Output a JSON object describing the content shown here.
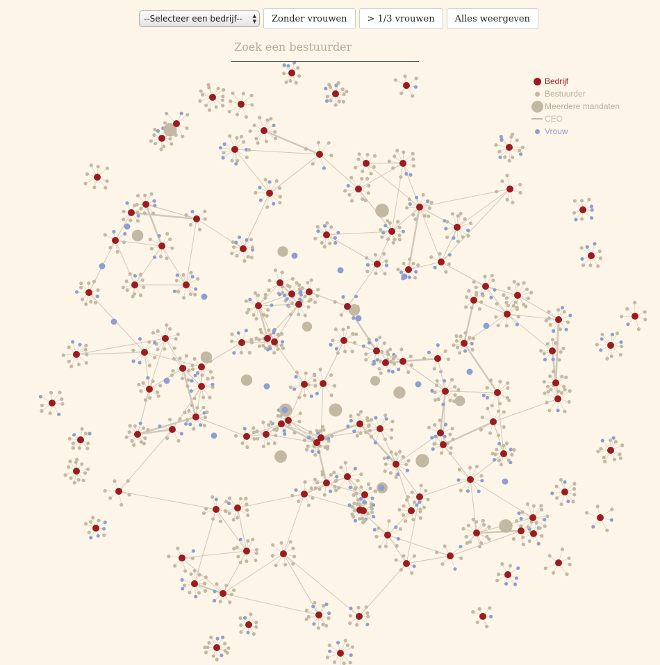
{
  "controls": {
    "company_select": "--Selecteer een bedrijf--",
    "without_women": "Zonder vrouwen",
    "third_women": "> 1/3 vrouwen",
    "show_all": "Alles weergeven"
  },
  "search": {
    "placeholder": "Zoek een bestuurder"
  },
  "colors": {
    "background": "#fdf6e8",
    "company": "#9b1b1e",
    "director": "#c2b8a3",
    "woman": "#8c9fd2",
    "link": "#cfc8bb"
  },
  "legend": [
    {
      "label": "Bedrijf",
      "symbol": "company-dot",
      "color": "#9b1b1e"
    },
    {
      "label": "Bestuurder",
      "symbol": "director-dot",
      "color": "#c2b8a3"
    },
    {
      "label": "Meerdere mandaten",
      "symbol": "multi-mandate-dot",
      "color": "#c2b8a3"
    },
    {
      "label": "CEO",
      "symbol": "ceo-line",
      "color": "#c2b8a3"
    },
    {
      "label": "Vrouw",
      "symbol": "woman-dot",
      "color": "#8c9fd2"
    }
  ]
}
